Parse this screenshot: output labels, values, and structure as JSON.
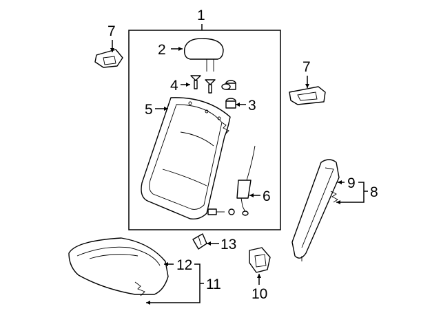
{
  "diagram": {
    "callouts": {
      "c1": "1",
      "c2": "2",
      "c3": "3",
      "c4": "4",
      "c5": "5",
      "c6": "6",
      "c7_left": "7",
      "c7_right": "7",
      "c8": "8",
      "c9": "9",
      "c10": "10",
      "c11": "11",
      "c12": "12",
      "c13": "13"
    },
    "parts": [
      "seat-back-assembly",
      "headrest",
      "headrest-guide",
      "headrest-guide-lock",
      "seat-back-cover",
      "seat-belt-buckle",
      "hinge-bracket-left",
      "hinge-bracket-right",
      "side-bolster",
      "side-bolster-cover",
      "striker-latch",
      "seat-cushion",
      "seat-cushion-cover",
      "cushion-hook"
    ]
  }
}
